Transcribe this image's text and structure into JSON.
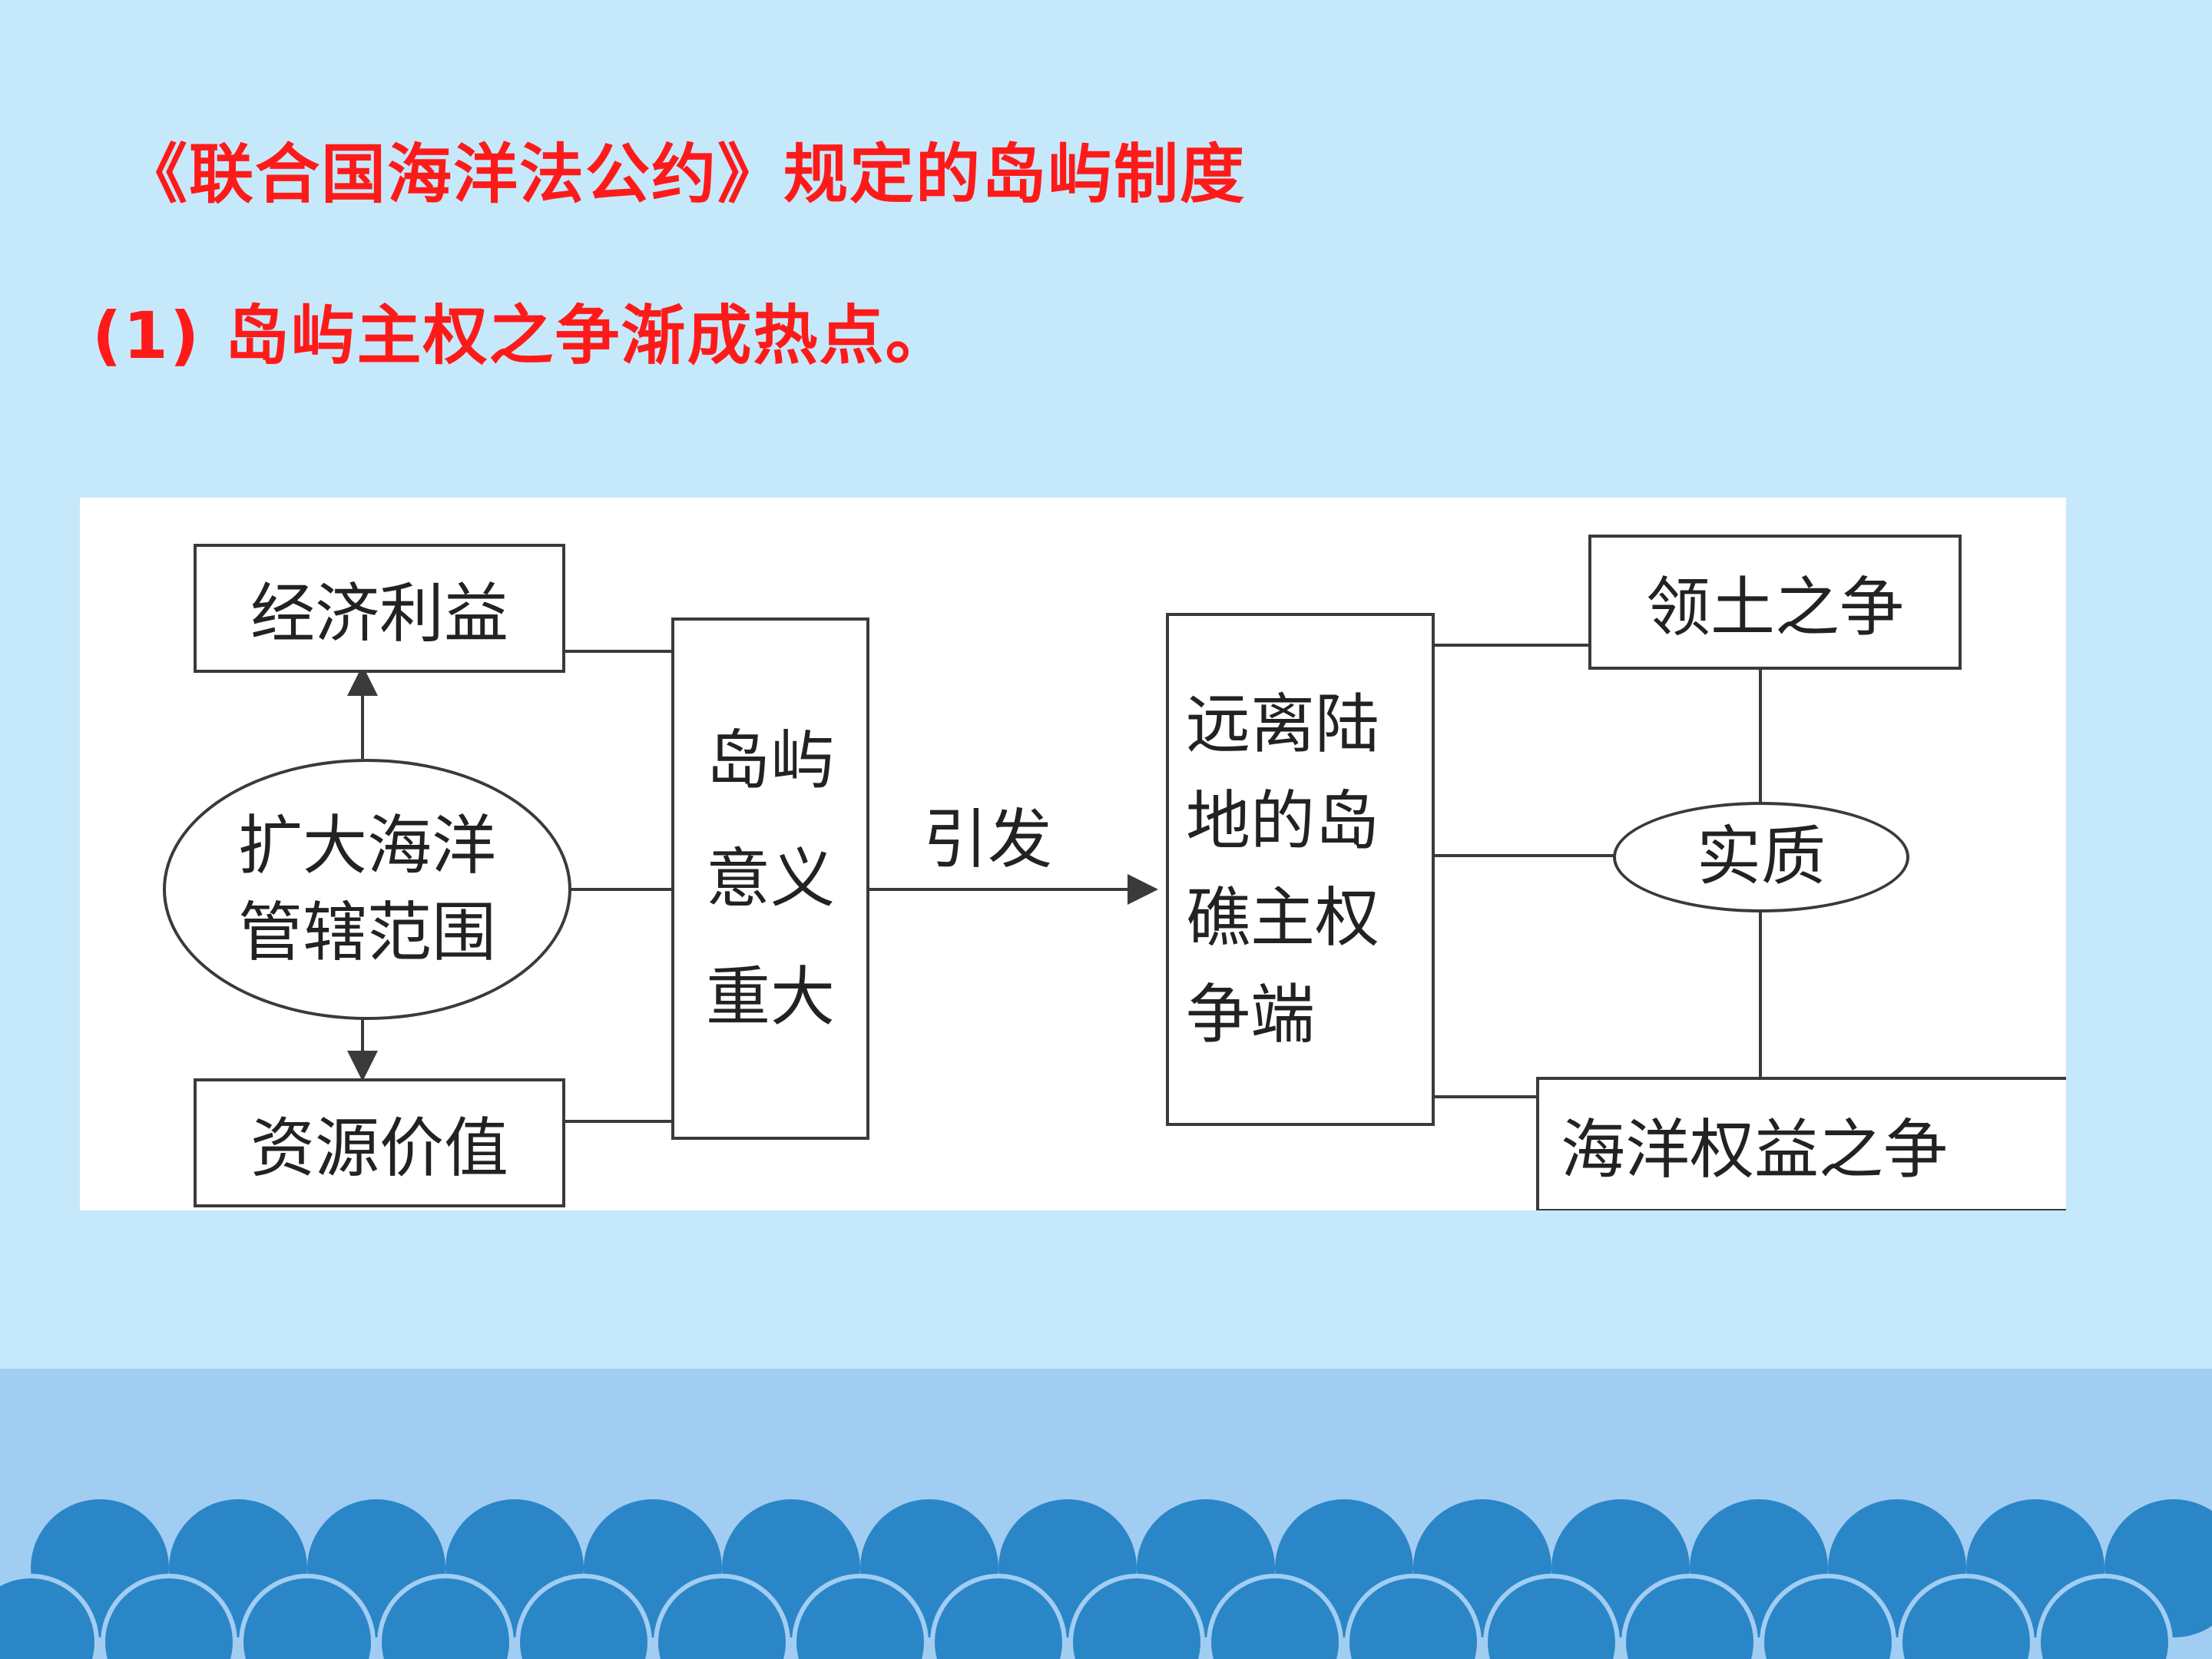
{
  "slide": {
    "title": "《联合国海洋法公约》规定的岛屿制度",
    "point": "(1) 岛屿主权之争渐成热点。"
  },
  "diagram": {
    "economic_interest": "经济利益",
    "resource_value": "资源价值",
    "expand_scope": [
      "扩大海洋",
      "管辖范围"
    ],
    "island_significance": [
      "岛屿",
      "意义",
      "重大"
    ],
    "arrow_label": "引发",
    "remote_islands": [
      "远离陆",
      "地的岛",
      "礁主权",
      "争端"
    ],
    "territory_dispute": "领土之争",
    "essence": "实质",
    "maritime_rights_dispute": "海洋权益之争"
  },
  "colors": {
    "background": "#c6e8fb",
    "title_red": "#ff1a1a",
    "footer_band": "#a2cdf2",
    "wave_blue": "#2b86c8"
  }
}
